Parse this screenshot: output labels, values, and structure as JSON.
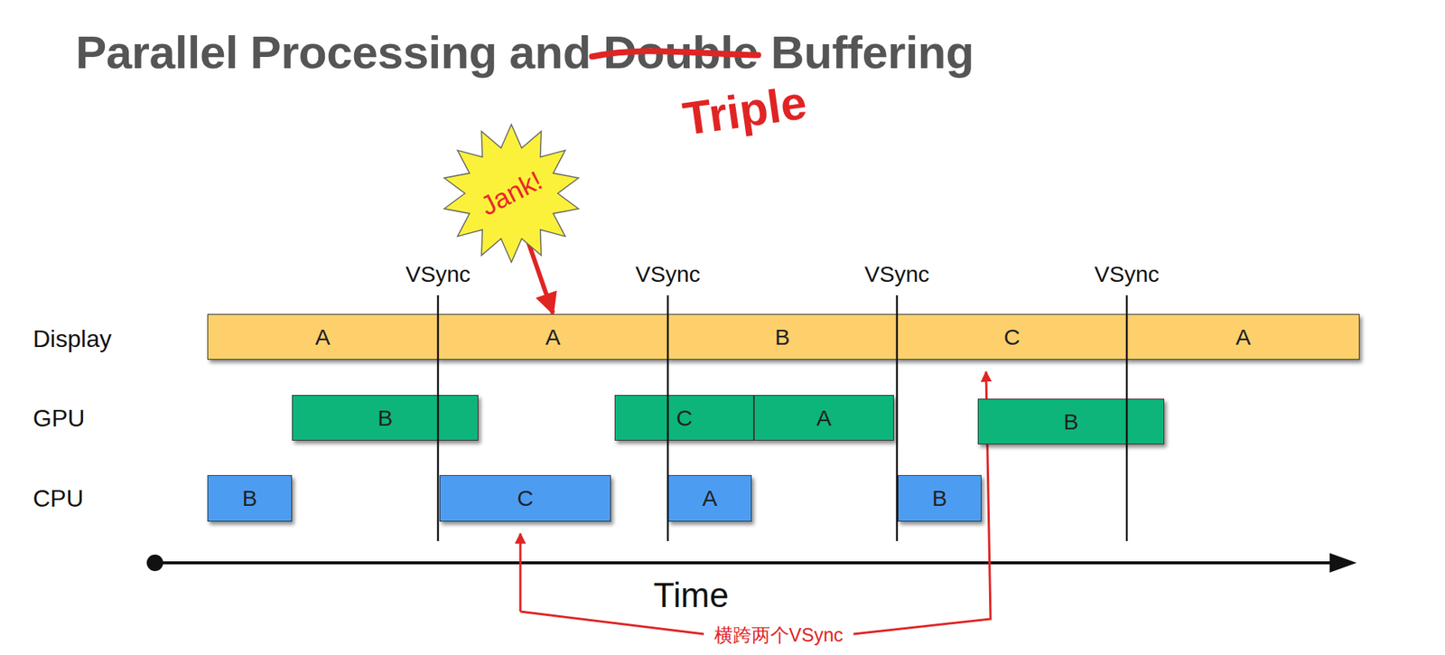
{
  "diagram": {
    "title": "Parallel Processing and Double Buffering",
    "nodes": [
      {
        "text": [
          "Jank!"
        ]
      },
      {
        "text": [
          "A"
        ]
      },
      {
        "text": [
          "A"
        ]
      },
      {
        "text": [
          "B"
        ]
      },
      {
        "text": [
          "C"
        ]
      },
      {
        "text": [
          "A"
        ]
      },
      {
        "text": [
          "B"
        ]
      },
      {
        "text": [
          "C"
        ]
      },
      {
        "text": [
          "A"
        ]
      },
      {
        "text": [
          "B"
        ]
      },
      {
        "text": [
          "B"
        ]
      },
      {
        "text": [
          "C"
        ]
      },
      {
        "text": [
          "A"
        ]
      },
      {
        "text": [
          "B"
        ]
      }
    ],
    "edges": [
      {
        "from": 0,
        "to": 2,
        "arrow": "to"
      }
    ],
    "labels": [
      "Triple",
      "VSync",
      "VSync",
      "VSync",
      "VSync",
      "Display",
      "GPU",
      "CPU",
      "Time",
      "横跨两个VSync"
    ]
  }
}
